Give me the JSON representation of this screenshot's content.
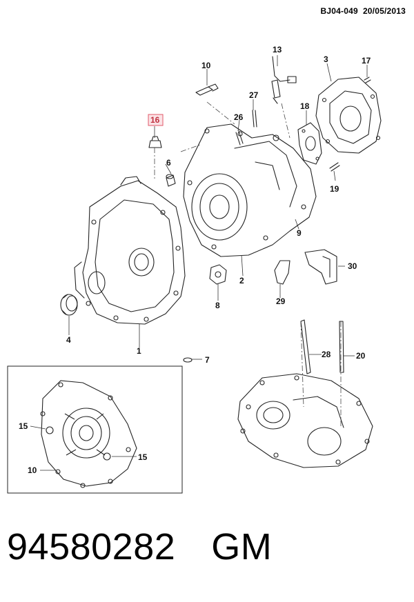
{
  "header": {
    "ref": "BJ04-049",
    "date": "20/05/2013"
  },
  "callouts": {
    "c1": "1",
    "c2": "2",
    "c3": "3",
    "c4": "4",
    "c6": "6",
    "c7": "7",
    "c8": "8",
    "c9": "9",
    "c10": "10",
    "c13": "13",
    "c16": "16",
    "c17": "17",
    "c18": "18",
    "c19": "19",
    "c20": "20",
    "c26": "26",
    "c27": "27",
    "c28": "28",
    "c29": "29",
    "c30": "30"
  },
  "inset": {
    "c15a": "15",
    "c15b": "15",
    "c10": "10"
  },
  "highlight_color": "#e05a6a",
  "footer": {
    "part_number": "94580282",
    "brand": "GM"
  }
}
